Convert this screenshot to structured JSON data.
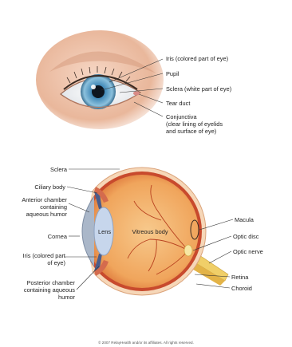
{
  "top_labels": {
    "iris": "Iris (colored part of eye)",
    "pupil": "Pupil",
    "sclera": "Sclera (white part of eye)",
    "tear_duct": "Tear duct",
    "conjunctiva": "Conjunctiva\n(clear lining of eyelids\nand surface of eye)"
  },
  "section_labels": {
    "sclera": "Sclera",
    "ciliary_body": "Ciliary body",
    "anterior_chamber": "Anterior chamber\ncontaining\naqueous humor",
    "cornea": "Cornea",
    "iris": "Iris (colored part\nof eye)",
    "posterior_chamber": "Posterior chamber\ncontaining aqueous\nhumor",
    "lens": "Lens",
    "vitreous_body": "Vitreous body",
    "macula": "Macula",
    "optic_disc": "Optic disc",
    "optic_nerve": "Optic nerve",
    "retina": "Retina",
    "choroid": "Choroid"
  },
  "copyright": "© 2007 RelayHealth and/or its affiliates.  All rights reserved.",
  "colors": {
    "skin": "#e9b79b",
    "iris": "#5a9ec9",
    "vitreous": "#f2b06b",
    "sclera_ring": "#f6d7b8",
    "lens": "#c7d6ec",
    "optic_nerve": "#f0cf68",
    "vessel": "#b8411f"
  }
}
